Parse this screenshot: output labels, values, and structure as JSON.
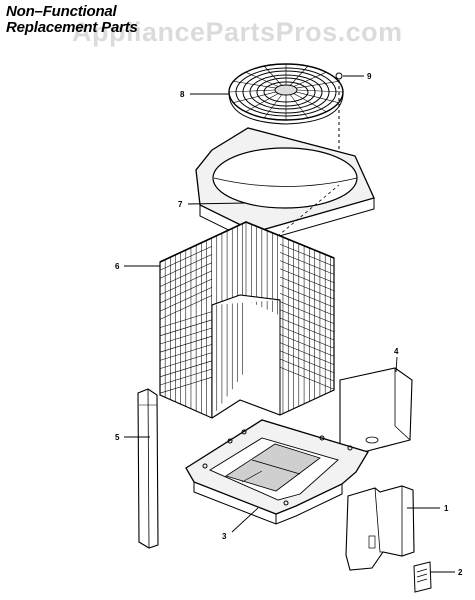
{
  "header": {
    "title_line1": "Non–Functional",
    "title_line2": "Replacement Parts"
  },
  "watermark": "AppliancePartsPros.com",
  "callouts": [
    {
      "number": "1",
      "part": "corner-panel"
    },
    {
      "number": "2",
      "part": "rating-plate"
    },
    {
      "number": "3",
      "part": "base-pan"
    },
    {
      "number": "4",
      "part": "control-box-cover"
    },
    {
      "number": "5",
      "part": "corner-post"
    },
    {
      "number": "6",
      "part": "coil-guard"
    },
    {
      "number": "7",
      "part": "top-cover"
    },
    {
      "number": "8",
      "part": "fan-grille"
    },
    {
      "number": "9",
      "part": "grille-screw"
    }
  ],
  "colors": {
    "line": "#000000",
    "background": "#ffffff"
  }
}
